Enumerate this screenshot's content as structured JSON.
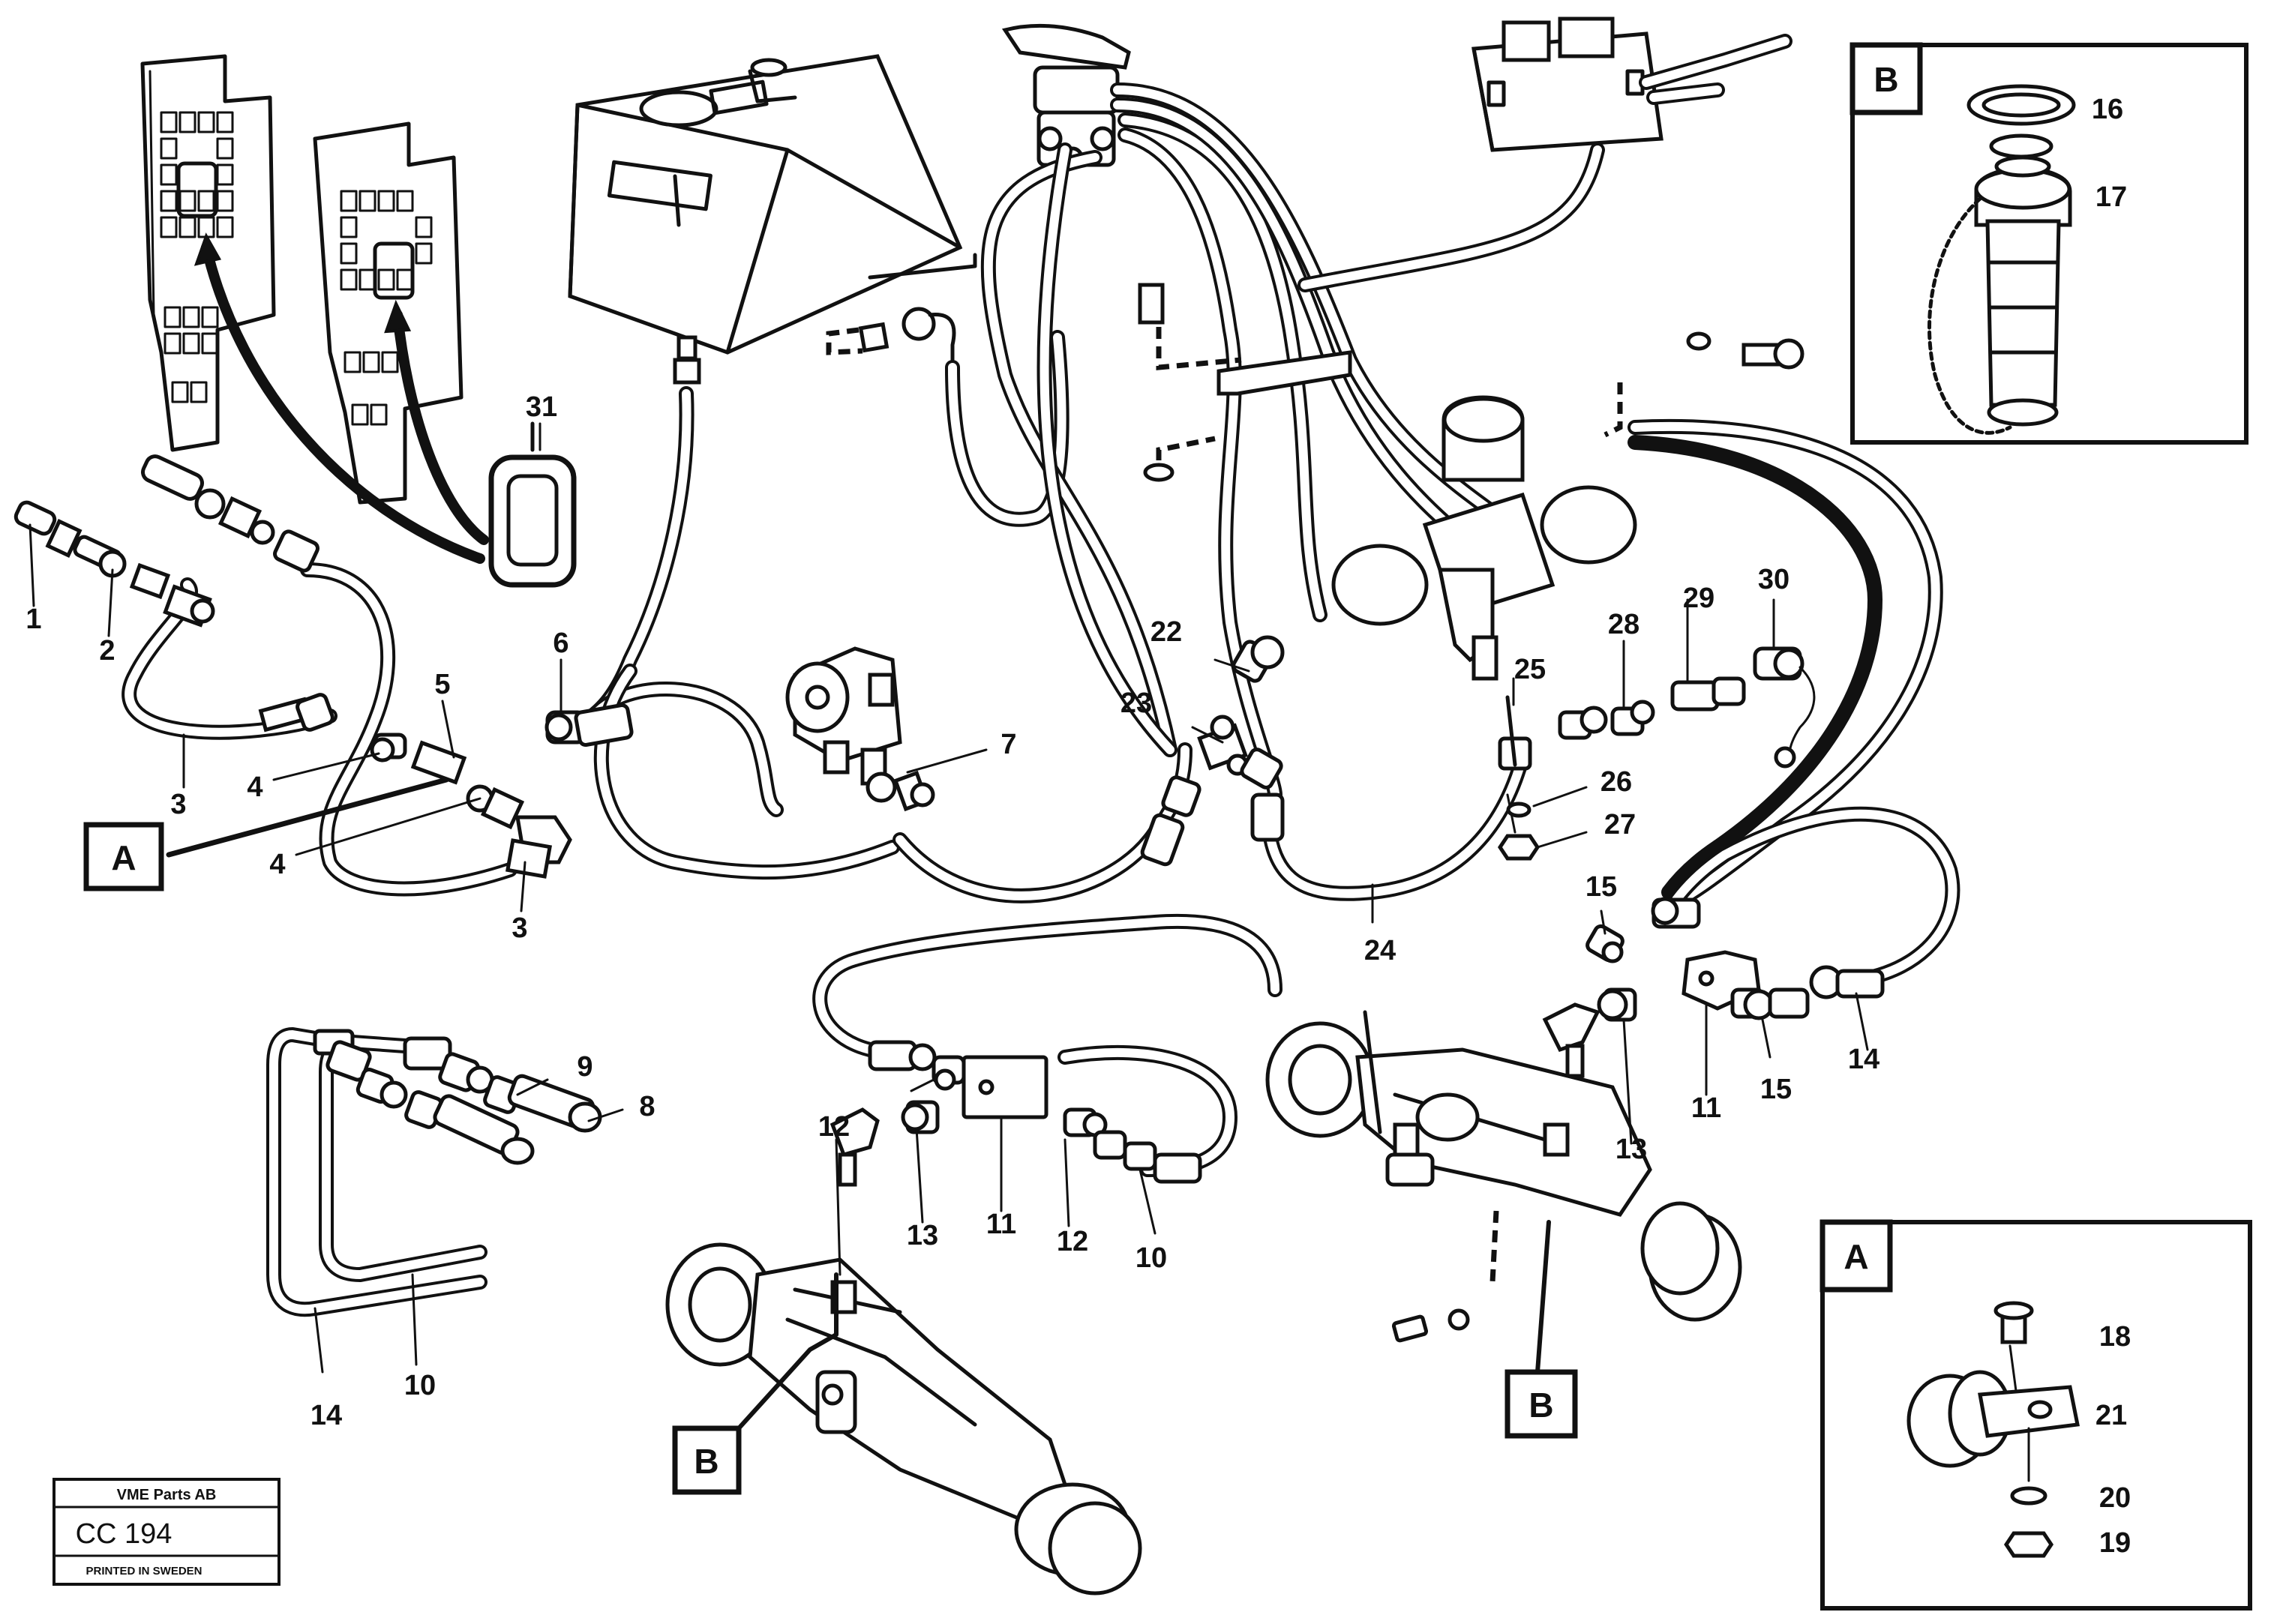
{
  "callouts": {
    "c1": "1",
    "c2": "2",
    "c3a": "3",
    "c3b": "3",
    "c4a": "4",
    "c4b": "4",
    "c5": "5",
    "c6": "6",
    "c7": "7",
    "c8": "8",
    "c9": "9",
    "c10a": "10",
    "c10b": "10",
    "c11a": "11",
    "c11b": "11",
    "c12a": "12",
    "c12b": "12",
    "c13a": "13",
    "c13b": "13",
    "c14a": "14",
    "c14b": "14",
    "c15a": "15",
    "c15b": "15",
    "c16": "16",
    "c17": "17",
    "c18": "18",
    "c19": "19",
    "c20": "20",
    "c21": "21",
    "c22": "22",
    "c23": "23",
    "c24": "24",
    "c25": "25",
    "c26": "26",
    "c27": "27",
    "c28": "28",
    "c29": "29",
    "c30": "30",
    "c31": "31"
  },
  "detail_boxes": {
    "b_detail": "B",
    "a_detail": "A",
    "a_ref": "A",
    "b_ref_left": "B",
    "b_ref_right": "B"
  },
  "title_block": {
    "company": "VME Parts AB",
    "code": "CC 194",
    "printed": "PRINTED IN SWEDEN"
  }
}
